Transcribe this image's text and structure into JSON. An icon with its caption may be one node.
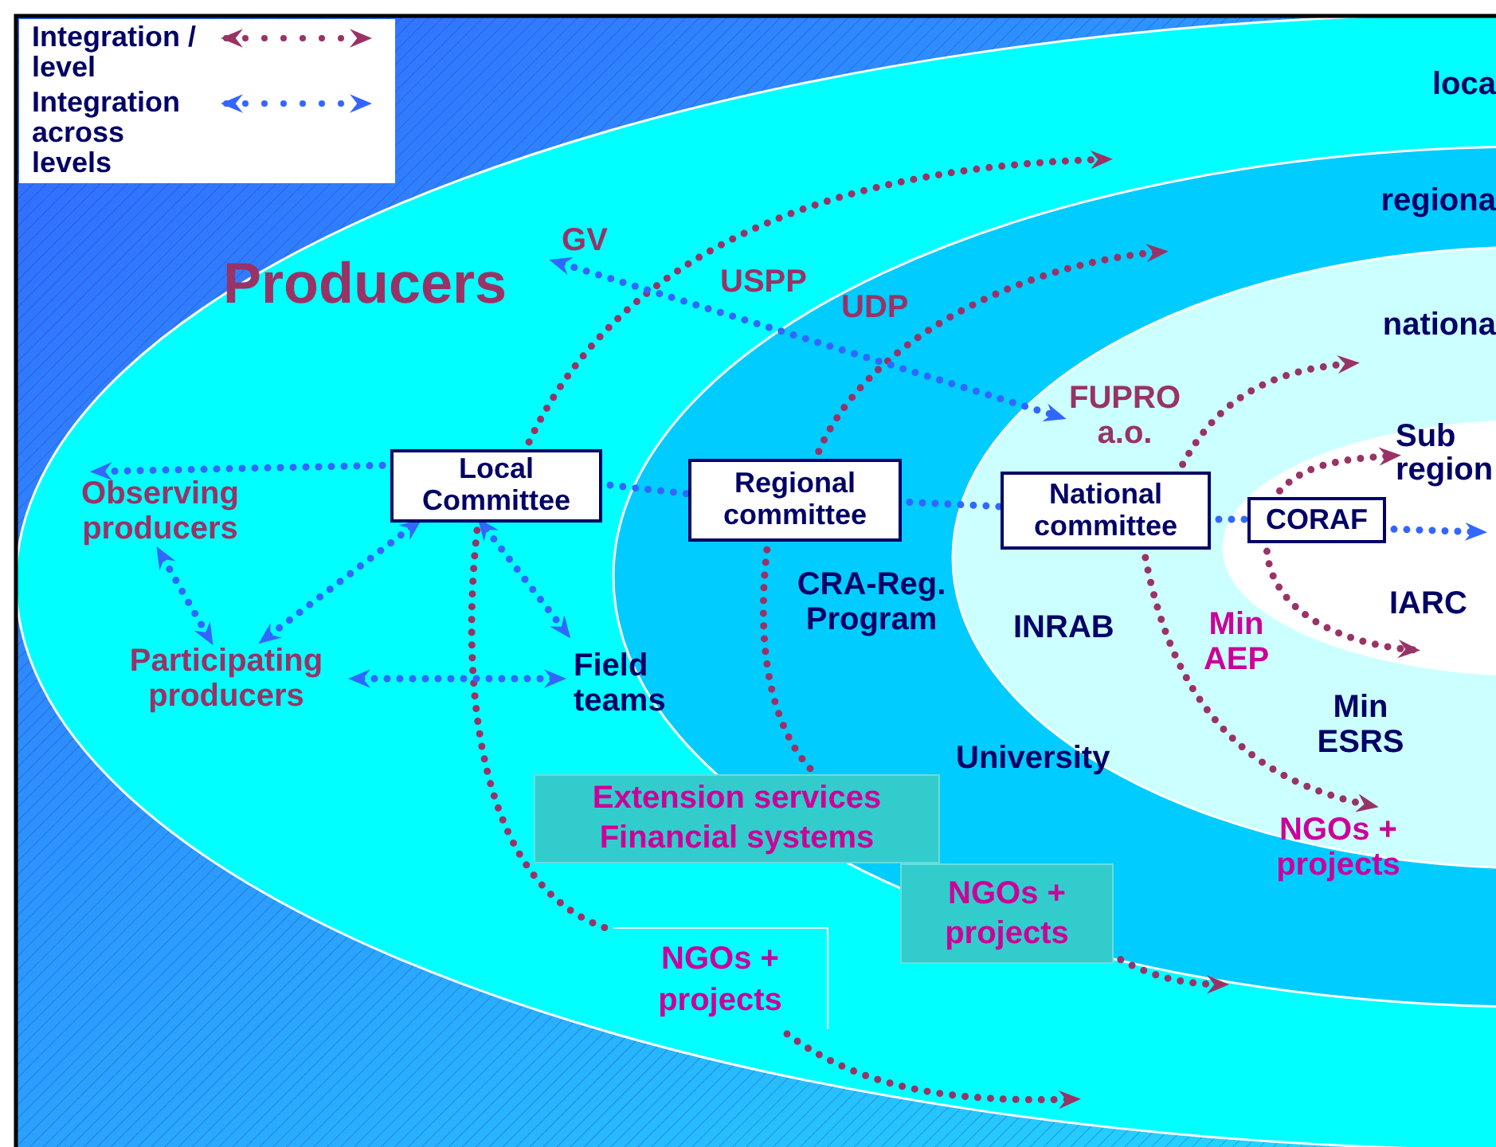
{
  "diagram": {
    "nodes": [
      {
        "text": [
          "Local Committee"
        ]
      },
      {
        "text": [
          "Regional committee"
        ]
      },
      {
        "text": [
          "National committee"
        ]
      },
      {
        "text": [
          "CORAF"
        ]
      },
      {
        "text": [
          "Observing producers"
        ]
      },
      {
        "text": [
          "Participating producers"
        ]
      },
      {
        "text": [
          "Field teams"
        ]
      },
      {
        "text": [
          "GV"
        ]
      },
      {
        "text": [
          "FUPRO a.o."
        ]
      },
      {
        "text": [
          "NGOs + projects"
        ]
      },
      {
        "text": [
          "Extension services Financial systems"
        ]
      },
      {
        "text": [
          "NGOs + projects"
        ]
      },
      {
        "text": [
          "NGOs + projects"
        ]
      },
      {
        "text": [
          "Sub region"
        ]
      }
    ],
    "edges": [
      {
        "from": 0,
        "to": null,
        "arrow": "to",
        "color": "#993366"
      },
      {
        "from": 0,
        "to": 9,
        "arrow": "none",
        "color": "#993366"
      },
      {
        "from": 9,
        "to": null,
        "arrow": "to",
        "color": "#993366"
      },
      {
        "from": 1,
        "to": null,
        "arrow": "to",
        "color": "#993366"
      },
      {
        "from": 1,
        "to": 10,
        "arrow": "none",
        "color": "#993366"
      },
      {
        "from": 11,
        "to": null,
        "arrow": "to",
        "color": "#993366"
      },
      {
        "from": 2,
        "to": null,
        "arrow": "to",
        "color": "#993366"
      },
      {
        "from": 2,
        "to": 12,
        "arrow": "to",
        "color": "#993366"
      },
      {
        "from": 3,
        "to": 13,
        "arrow": "to",
        "color": "#993366"
      },
      {
        "from": 3,
        "to": null,
        "arrow": "to",
        "color": "#993366"
      },
      {
        "from": 0,
        "to": 4,
        "arrow": "to",
        "color": "#3366ff"
      },
      {
        "from": 0,
        "to": 1,
        "arrow": "none",
        "color": "#3366ff"
      },
      {
        "from": 1,
        "to": 2,
        "arrow": "none",
        "color": "#3366ff"
      },
      {
        "from": 2,
        "to": 3,
        "arrow": "none",
        "color": "#3366ff"
      },
      {
        "from": 3,
        "to": 13,
        "arrow": "to",
        "color": "#3366ff"
      },
      {
        "from": 0,
        "to": 5,
        "arrow": "both",
        "color": "#3366ff"
      },
      {
        "from": 4,
        "to": 5,
        "arrow": "both",
        "color": "#3366ff"
      },
      {
        "from": 0,
        "to": 6,
        "arrow": "both",
        "color": "#3366ff"
      },
      {
        "from": 5,
        "to": 6,
        "arrow": "both",
        "color": "#3366ff"
      },
      {
        "from": 7,
        "to": 8,
        "arrow": "both",
        "color": "#3366ff"
      }
    ],
    "labels": [
      "loca",
      "regiona",
      "Producers",
      "USPP",
      "UDP",
      "nationa",
      "CRA-Reg. Program",
      "IARC",
      "INRAB",
      "Min AEP",
      "Min ESRS",
      "University"
    ],
    "legend": [
      {
        "text": "Integration / level"
      },
      {
        "text": "Integration across levels"
      }
    ]
  }
}
